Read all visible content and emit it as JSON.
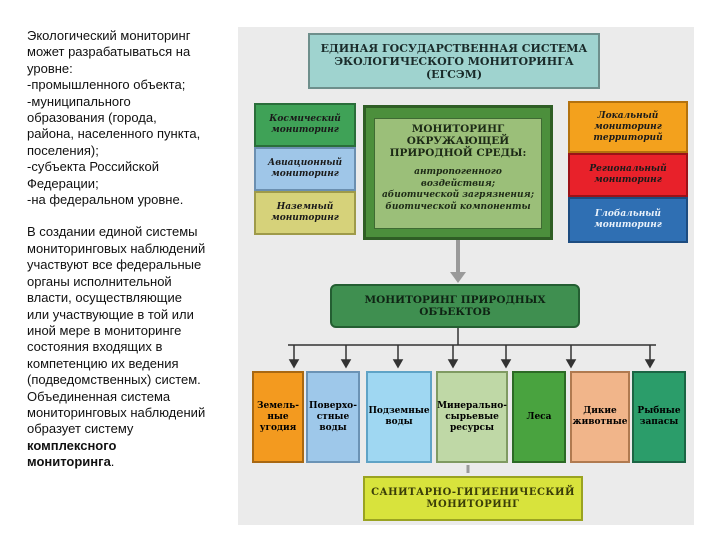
{
  "left_text": {
    "para1": "Экологический мониторинг\nможет разрабатываться на\nуровне:\n-промышленного объекта;\n-муниципального\nобразования (города,\nрайона, населенного пункта,\nпоселения);\n-субъекта Российской\nФедерации;\n-на федеральном уровне.",
    "para2": "В создании единой системы\nмониторинговых наблюдений\nучаствуют все федеральные\nорганы исполнительной\nвласти, осуществляющие\nили участвующие в той или\nиной мере в мониторинге\nсостояния входящих в\nкомпетенцию их ведения\n(подведомственных) систем.\nОбъединенная система\nмониторинговых наблюдений\nобразует систему",
    "bold": "комплексного\nмониторинга",
    "tail": "."
  },
  "diagram": {
    "title": "ЕДИНАЯ ГОСУДАРСТВЕННАЯ СИСТЕМА\nЭКОЛОГИЧЕСКОГО МОНИТОРИНГА\n(ЕГСЭМ)",
    "center_title": "МОНИТОРИНГ\nОКРУЖАЮЩЕЙ\nПРИРОДНОЙ СРЕДЫ:",
    "center_sub": "антропогенного воздействия;\nабиотической загрязнения;\nбиотической компоненты",
    "left_boxes": [
      {
        "label": "Космический\nмониторинг",
        "color": "#3fa257"
      },
      {
        "label": "Авиационный\nмониторинг",
        "color": "#9fc6e8"
      },
      {
        "label": "Наземный\nмониторинг",
        "color": "#d6d27a"
      }
    ],
    "right_boxes": [
      {
        "label": "Локальный\nмониторинг\nтерриторий",
        "color": "#f3a11d"
      },
      {
        "label": "Региональный\nмониторинг",
        "color": "#e8212a"
      },
      {
        "label": "Глобальный\nмониторинг",
        "color": "#2f6fb3"
      }
    ],
    "mid_bar": "МОНИТОРИНГ ПРИРОДНЫХ ОБЪЕКТОВ",
    "bottom_boxes": [
      {
        "label": "Земель-\nные\nугодия",
        "color": "#f39a1f"
      },
      {
        "label": "Поверхо-\nстные\nводы",
        "color": "#9ec8ea"
      },
      {
        "label": "Подземные\nводы",
        "color": "#9fd7f2"
      },
      {
        "label": "Минерально-\nсырьевые\nресурсы",
        "color": "#bfd8a6"
      },
      {
        "label": "Леса",
        "color": "#49a33f"
      },
      {
        "label": "Дикие\nживотные",
        "color": "#f1b58a"
      },
      {
        "label": "Рыбные\nзапасы",
        "color": "#2b9d6a"
      }
    ],
    "sanitary": "САНИТАРНО-ГИГИЕНИЧЕСКИЙ\nМОНИТОРИНГ"
  }
}
